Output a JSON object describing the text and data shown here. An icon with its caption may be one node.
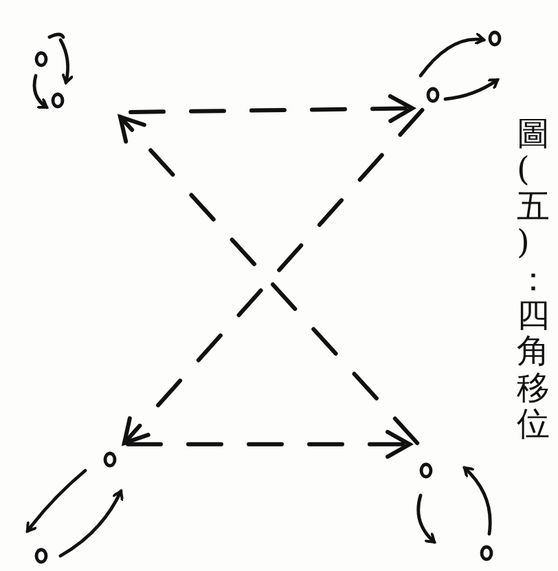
{
  "diagram": {
    "caption": "圖(五)：四角移位",
    "nodes": [
      {
        "text": [],
        "shape": "picture"
      },
      {
        "text": [],
        "shape": "picture"
      },
      {
        "text": [],
        "shape": "picture"
      },
      {
        "text": [],
        "shape": "picture"
      }
    ],
    "edges": [
      {
        "from": 0,
        "to": 1,
        "arrow": "to",
        "style": "dashed"
      },
      {
        "from": 1,
        "to": 2,
        "arrow": "to",
        "style": "dashed"
      },
      {
        "from": 2,
        "to": 3,
        "arrow": "to",
        "style": "dashed"
      },
      {
        "from": 3,
        "to": 0,
        "arrow": "to",
        "style": "dashed"
      }
    ]
  }
}
